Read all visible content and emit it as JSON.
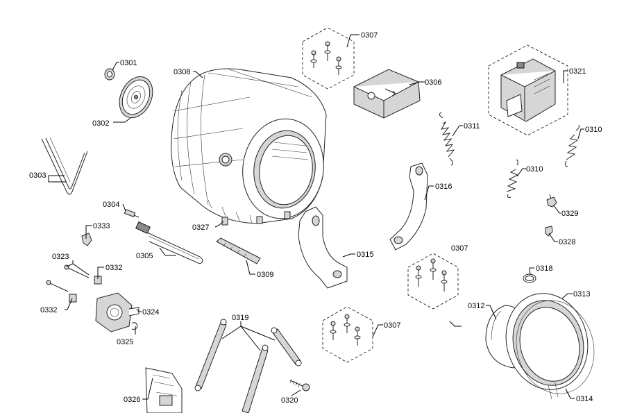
{
  "labels": {
    "p0301": "0301",
    "p0302": "0302",
    "p0303": "0303",
    "p0304": "0304",
    "p0305": "0305",
    "p0306": "0306",
    "p0307a": "0307",
    "p0307b": "0307",
    "p0307c": "0307",
    "p0308": "0308",
    "p0309": "0309",
    "p0310a": "0310",
    "p0310b": "0310",
    "p0311": "0311",
    "p0312": "0312",
    "p0313": "0313",
    "p0314": "0314",
    "p0315": "0315",
    "p0316": "0316",
    "p0318": "0318",
    "p0319": "0319",
    "p0320": "0320",
    "p0321": "0321",
    "p0323": "0323",
    "p0324": "0324",
    "p0325": "0325",
    "p0326": "0326",
    "p0327": "0327",
    "p0328": "0328",
    "p0329": "0329",
    "p0332a": "0332",
    "p0332b": "0332",
    "p0333": "0333"
  }
}
